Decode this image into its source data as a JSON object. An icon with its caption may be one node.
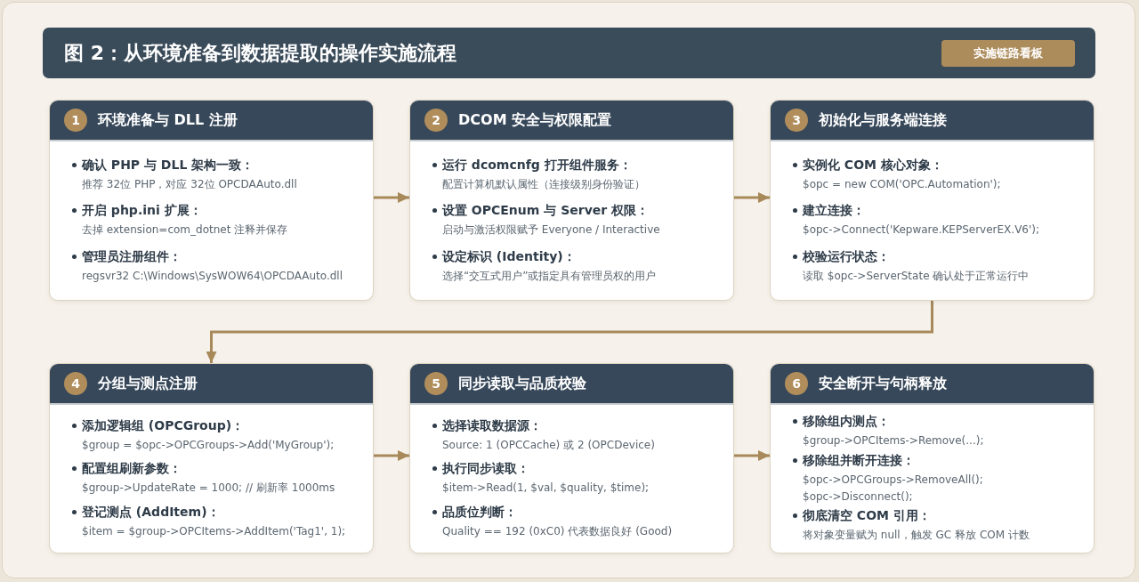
{
  "diagram": {
    "title": "图 2：从环境准备到数据提取的操作实施流程",
    "nodes": [
      {
        "text": [
          "1",
          "环境准备与 DLL 注册",
          "确认 PHP 与 DLL 架构一致：",
          "推荐 32位 PHP，对应 32位 OPCDAAuto.dll",
          "开启 php.ini 扩展：",
          "去掉 extension=com_dotnet 注释并保存",
          "管理员注册组件：",
          "regsvr32 C:\\Windows\\SysWOW64\\OPCDAAuto.dll"
        ]
      },
      {
        "text": [
          "2",
          "DCOM 安全与权限配置",
          "运行 dcomcnfg 打开组件服务：",
          "配置计算机默认属性（连接级别身份验证）",
          "设置 OPCEnum 与 Server 权限：",
          "启动与激活权限赋予 Everyone / Interactive",
          "设定标识 (Identity)：",
          "选择“交互式用户”或指定具有管理员权的用户"
        ]
      },
      {
        "text": [
          "3",
          "初始化与服务端连接",
          "实例化 COM 核心对象：",
          "$opc = new COM('OPC.Automation');",
          "建立连接：",
          "$opc->Connect('Kepware.KEPServerEX.V6');",
          "校验运行状态：",
          "读取 $opc->ServerState 确认处于正常运行中"
        ]
      },
      {
        "text": [
          "4",
          "分组与测点注册",
          "添加逻辑组 (OPCGroup)：",
          "$group = $opc->OPCGroups->Add('MyGroup');",
          "配置组刷新参数：",
          "$group->UpdateRate = 1000; // 刷新率 1000ms",
          "登记测点 (AddItem)：",
          "$item = $group->OPCItems->AddItem('Tag1', 1);"
        ]
      },
      {
        "text": [
          "5",
          "同步读取与品质校验",
          "选择读取数据源：",
          "Source: 1 (OPCCache) 或 2 (OPCDevice)",
          "执行同步读取：",
          "$item->Read(1, $val, $quality, $time);",
          "品质位判断：",
          "Quality == 192 (0xC0) 代表数据良好 (Good)"
        ]
      },
      {
        "text": [
          "6",
          "安全断开与句柄释放",
          "移除组内测点：",
          "$group->OPCItems->Remove(...);",
          "移除组并断开连接：",
          "$opc->OPCGroups->RemoveAll(); $opc->Disconnect();",
          "彻底清空 COM 引用：",
          "将对象变量赋为 null，触发 GC 释放 COM 计数"
        ]
      }
    ],
    "edges": [
      {
        "from": 0,
        "to": 1,
        "arrow": "to"
      },
      {
        "from": 1,
        "to": 2,
        "arrow": "to"
      },
      {
        "from": 2,
        "to": 3,
        "arrow": "to"
      },
      {
        "from": 3,
        "to": 4,
        "arrow": "to"
      },
      {
        "from": 4,
        "to": 5,
        "arrow": "to"
      }
    ],
    "labels": [
      "实施链路看板"
    ]
  }
}
